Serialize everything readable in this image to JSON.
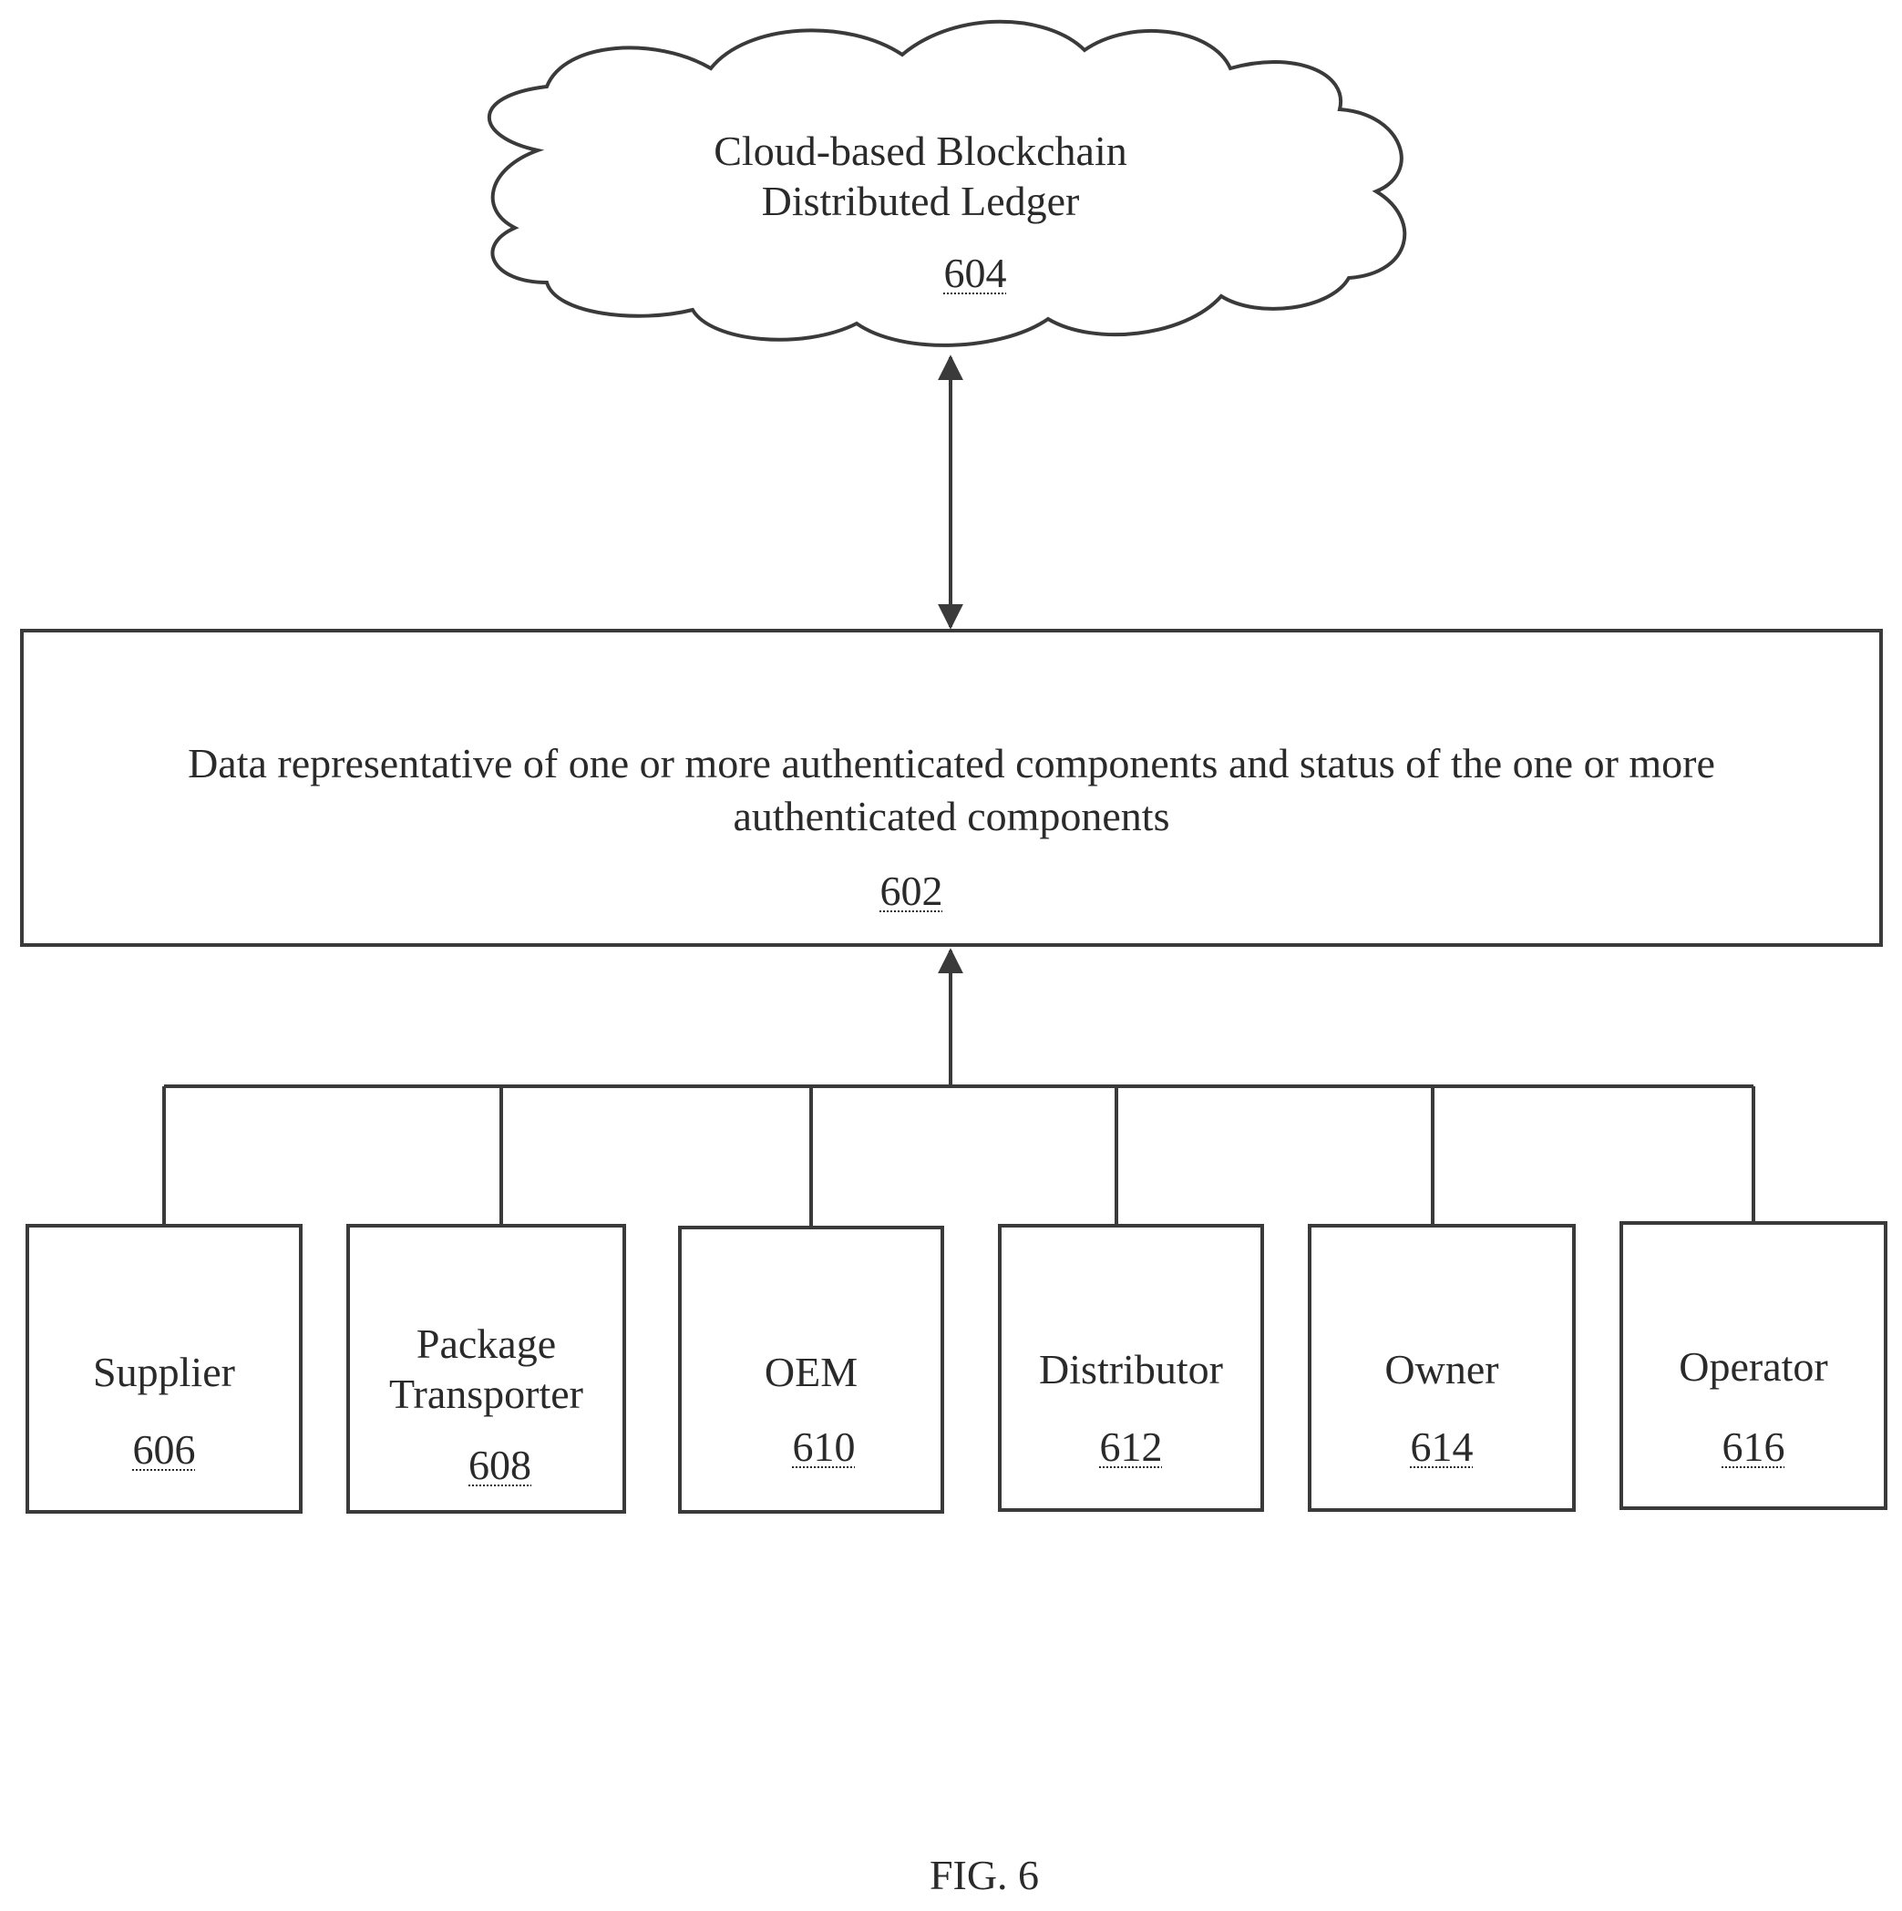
{
  "cloud": {
    "title_line1": "Cloud-based Blockchain",
    "title_line2": "Distributed Ledger",
    "ref": "604"
  },
  "data_box": {
    "line1": "Data representative of one or more authenticated components and status of the one or more",
    "line2": "authenticated components",
    "ref": "602"
  },
  "entities": [
    {
      "line1": "Supplier",
      "line2": "",
      "ref": "606"
    },
    {
      "line1": "Package",
      "line2": "Transporter",
      "ref": "608"
    },
    {
      "line1": "OEM",
      "line2": "",
      "ref": "610"
    },
    {
      "line1": "Distributor",
      "line2": "",
      "ref": "612"
    },
    {
      "line1": "Owner",
      "line2": "",
      "ref": "614"
    },
    {
      "line1": "Operator",
      "line2": "",
      "ref": "616"
    }
  ],
  "figure_label": "FIG. 6"
}
